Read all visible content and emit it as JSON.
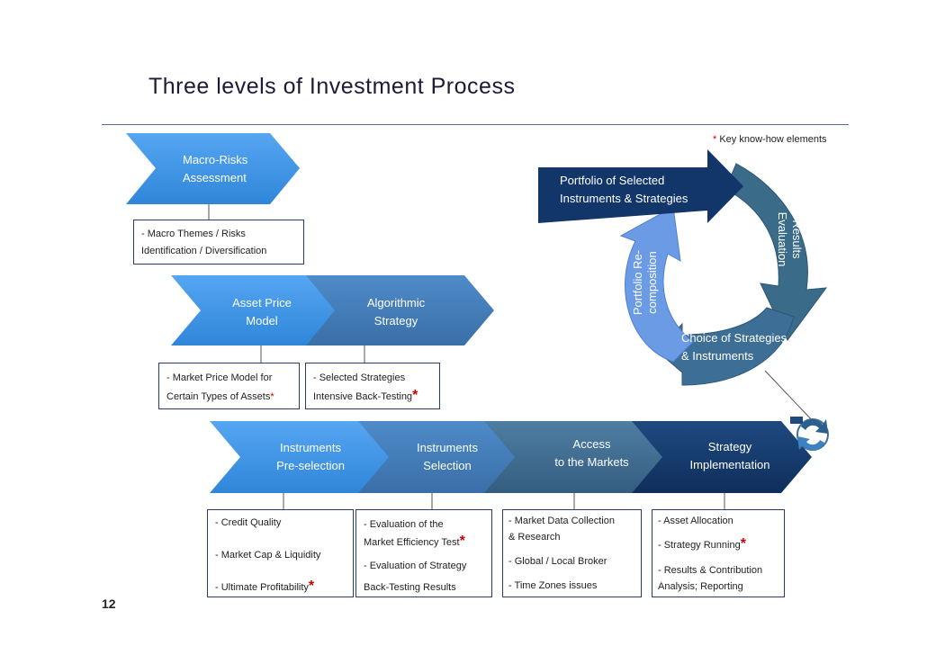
{
  "title": "Three levels of Investment Process",
  "key_note": {
    "star": "*",
    "text": " Key know-how elements"
  },
  "page_number": "12",
  "level1": {
    "arrow_lines": [
      "Macro-Risks",
      "Assessment"
    ],
    "box_lines": [
      "- Macro Themes / Risks",
      "Identification / Diversification"
    ]
  },
  "level2": {
    "arrows": [
      {
        "lines": [
          "Asset Price",
          "Model"
        ]
      },
      {
        "lines": [
          "Algorithmic",
          "Strategy"
        ]
      }
    ],
    "box1_lines": [
      "- Market Price Model for",
      "Certain Types of Assets"
    ],
    "box1_star": "*",
    "box2_lines": [
      "- Selected Strategies",
      "Intensive Back-Testing"
    ],
    "box2_star": "*"
  },
  "level3": {
    "arrows": [
      {
        "lines": [
          "Instruments",
          "Pre-selection"
        ]
      },
      {
        "lines": [
          "Instruments",
          "Selection"
        ]
      },
      {
        "lines": [
          "Access",
          "to the Markets"
        ]
      },
      {
        "lines": [
          "Strategy",
          "Implementation"
        ]
      }
    ],
    "box1": {
      "items": [
        "- Credit Quality",
        "- Market Cap & Liquidity",
        "- Ultimate Profitability"
      ],
      "star": "*"
    },
    "box2": {
      "items": [
        "- Evaluation of the",
        "Market Efficiency Test",
        "- Evaluation of Strategy",
        "Back-Testing Results"
      ],
      "star": "*"
    },
    "box3": {
      "items": [
        "- Market Data Collection",
        "& Research",
        "- Global / Local Broker",
        "- Time Zones issues"
      ]
    },
    "box4": {
      "items": [
        "- Asset Allocation",
        "- Strategy Running",
        " - Results & Contribution",
        "Analysis; Reporting"
      ],
      "star": "*"
    }
  },
  "cycle": {
    "portfolio_lines": [
      "Portfolio of  Selected",
      "Instruments & Strategies"
    ],
    "results_lines": [
      "Results",
      "Evaluation"
    ],
    "choice_lines": [
      "Choice of Strategies",
      "& Instruments"
    ],
    "recomp_lines": [
      "Portfolio  Re-",
      "composition"
    ]
  },
  "colors": {
    "light_blue": "#3b8fe0",
    "mid_blue": "#4178b5",
    "steel": "#3d6a90",
    "teal": "#3d6e8a",
    "navy": "#123669",
    "periwinkle": "#6c9be6"
  }
}
